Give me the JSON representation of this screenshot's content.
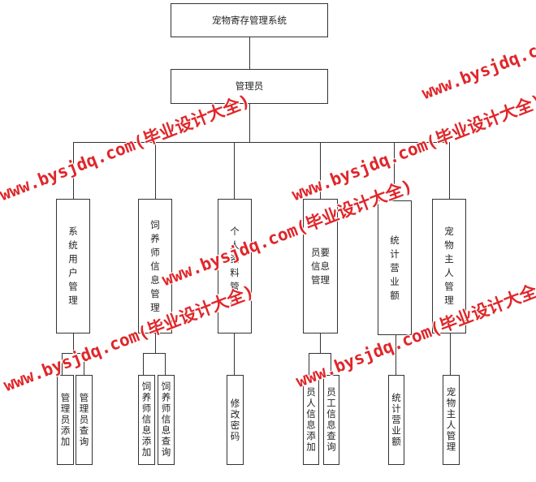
{
  "root": "宠物寄存管理系统",
  "admin": "管理员",
  "modules": [
    {
      "label": "系统用户管理",
      "children": [
        "管理员添加",
        "管理员查询"
      ]
    },
    {
      "label": "饲养师信息管理",
      "children": [
        "饲养师信息添加",
        "饲养师信息查询"
      ]
    },
    {
      "label": "个人资料管理",
      "children": [
        "修改密码"
      ]
    },
    {
      "label": "员要信息管理",
      "children": [
        "员人信息添加",
        "员工信息查询"
      ]
    },
    {
      "label": "统计营业额",
      "children": [
        "统计营业额"
      ]
    },
    {
      "label": "宠物主人管理",
      "children": [
        "宠物主人管理"
      ]
    }
  ],
  "watermark": "www.bysjdq.com(毕业设计大全)",
  "colors": {
    "watermark": "#e0262a",
    "line": "#333333"
  }
}
